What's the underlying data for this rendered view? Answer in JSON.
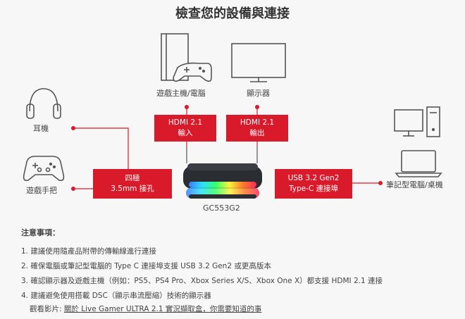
{
  "title": "檢查您的設備與連接",
  "devices": {
    "console": "遊戲主機/電腦",
    "display": "顯示器",
    "headphones": "耳機",
    "controller": "遊戲手把",
    "laptop": "筆記型電腦/桌機",
    "product": "GC553G2"
  },
  "ports": {
    "hdmi_in": [
      "HDMI 2.1",
      "輸入"
    ],
    "hdmi_out": [
      "HDMI 2.1",
      "輸出"
    ],
    "audio": [
      "四極",
      "3.5mm 接孔"
    ],
    "usb": [
      "USB 3.2 Gen2",
      "Type-C 連接埠"
    ]
  },
  "colors": {
    "accent_red": "#d91a2a",
    "line_gray": "#555555"
  },
  "notes": {
    "heading": "注意事項：",
    "items": [
      "1. 建議使用隨產品附帶的傳輸線進行連接",
      "2. 確保電腦或筆記型電腦的 Type C 連接埠支援 USB 3.2 Gen2 或更高版本",
      "3. 確認顯示器及遊戲主機（例如：PS5、PS4 Pro、Xbox Series X/S、Xbox One X）都支援 HDMI 2.1 連接",
      "4. 建議避免使用搭載 DSC（顯示串流壓縮）技術的顯示器"
    ],
    "video_prefix": "觀看影片: ",
    "video_link": "關於 Live Gamer ULTRA 2.1 實況擷取盒，你需要知道的事"
  }
}
